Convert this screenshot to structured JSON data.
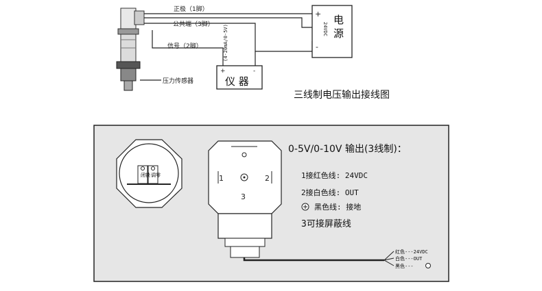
{
  "top_diagram": {
    "wire_positive": "正极（1脚）",
    "wire_common": "公共端（3脚）",
    "wire_signal": "信号（2脚）",
    "sensor_label": "压力传感器",
    "instrument_label": "仪 器",
    "instrument_plus": "+",
    "instrument_minus": "-",
    "power_label_line1": "电",
    "power_label_line2": "源",
    "power_voltage": "24VDC",
    "power_plus": "+",
    "power_minus": "-",
    "signal_range": "(4-20mA/0-5V)",
    "caption": "三线制电压输出接线图"
  },
  "bottom_panel": {
    "title": "0-5V/0-10V 输出(3线制)：",
    "pin1": "1接红色线:  24VDC",
    "pin2": "2接白色线:  OUT",
    "pin_ground": "黑色线: 接地",
    "pin3": "3可接屏蔽线",
    "connector_pin1": "1",
    "connector_pin2": "2",
    "connector_pin3": "3",
    "sensor_button_left": "闭锁",
    "sensor_button_right": "调零",
    "legend": [
      {
        "label": "红色---24VDC"
      },
      {
        "label": "白色---OUT"
      },
      {
        "label": "黑色---"
      }
    ]
  }
}
